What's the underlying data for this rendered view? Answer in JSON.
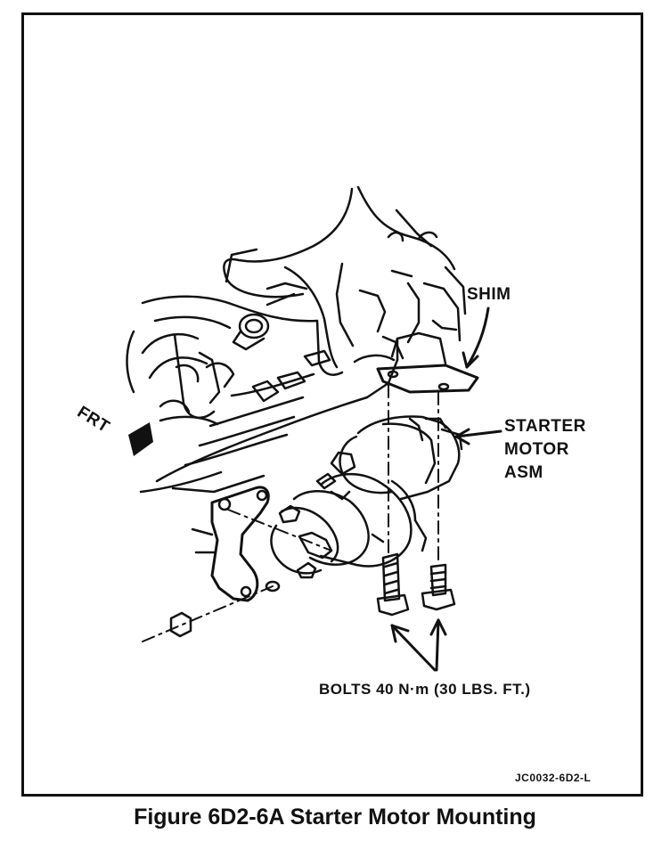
{
  "figure": {
    "caption": "Figure 6D2-6A Starter Motor Mounting",
    "drawing_id": "JC0032-6D2-L"
  },
  "labels": {
    "shim": "SHIM",
    "starter_line1": "STARTER",
    "starter_line2": "MOTOR",
    "starter_line3": "ASM",
    "bolts": "BOLTS 40 N·m (30 LBS. FT.)",
    "front": "FRT"
  },
  "colors": {
    "ink": "#111111",
    "paper": "#ffffff"
  }
}
